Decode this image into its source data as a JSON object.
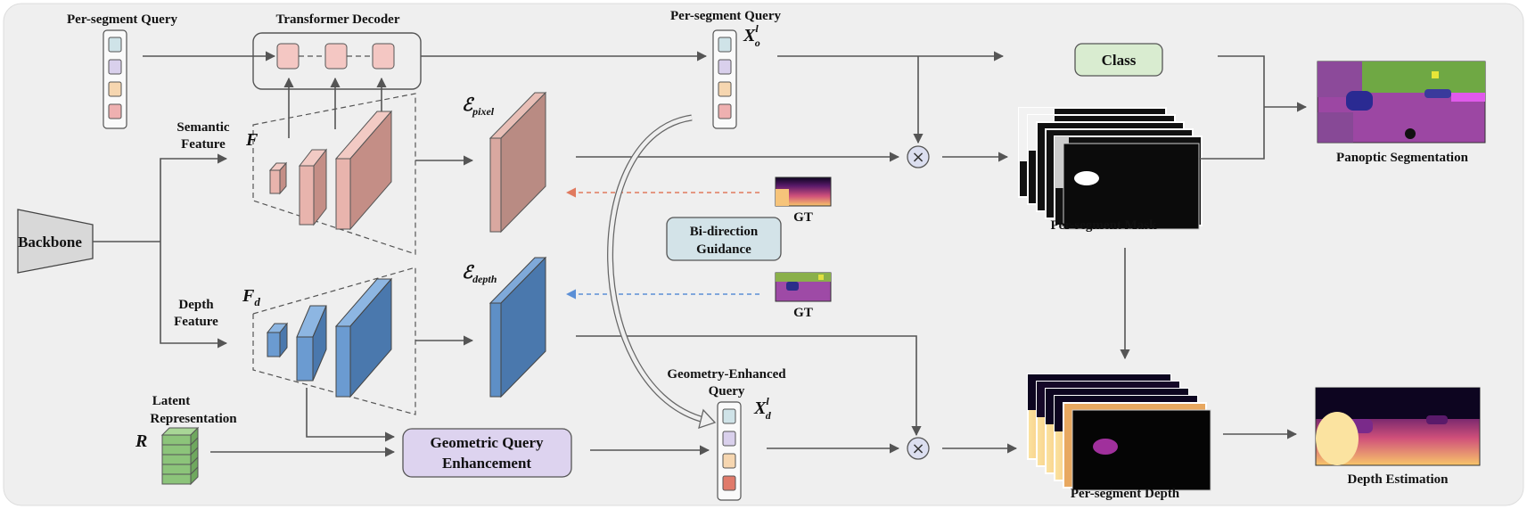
{
  "labels": {
    "per_segment_query_left": "Per-segment Query",
    "transformer_decoder": "Transformer Decoder",
    "per_segment_query_top": "Per-segment Query",
    "x_o": "X",
    "x_o_sub": "o",
    "x_o_sup": "l",
    "semantic_feature": [
      "Semantic",
      "Feature"
    ],
    "depth_feature": [
      "Depth",
      "Feature"
    ],
    "backbone": "Backbone",
    "f_sem": "F",
    "f_depth": "F",
    "f_depth_sub": "d",
    "e_pixel": "ℰ",
    "e_pixel_sub": "pixel",
    "e_depth": "ℰ",
    "e_depth_sub": "depth",
    "gt_top": "GT",
    "gt_bottom": "GT",
    "bidirection": [
      "Bi-direction",
      "Guidance"
    ],
    "class": "Class",
    "per_segment_mask": "Per-segment Mask",
    "panoptic": "Panoptic Segmentation",
    "latent": [
      "Latent",
      "Representation"
    ],
    "r_symbol": "R",
    "gqe": [
      "Geometric Query",
      "Enhancement"
    ],
    "geo_query": [
      "Geometry-Enhanced",
      "Query"
    ],
    "x_d": "X",
    "x_d_sub": "d",
    "x_d_sup": "l",
    "per_segment_depth": "Per-segment Depth",
    "depth_estimation": "Depth Estimation",
    "otimes": "⊗"
  },
  "colors": {
    "panel": "#efefef",
    "semantic": "#e8b4ad",
    "semantic_dark": "#c48e86",
    "depth": "#6b9bd1",
    "depth_dark": "#4a78ad",
    "class_box": "#d9ecd0",
    "guidance_box": "#d3e3e8",
    "gqe_box": "#ddd3ef",
    "latent": "#8cc47a",
    "guide_red": "#e07a5f",
    "guide_blue": "#5b8fd6",
    "q1": "#cfe3e8",
    "q2": "#d9d0ec",
    "q3": "#f6d6b0",
    "q4": "#eeb0b0",
    "q4_geo": "#e07a6a"
  }
}
